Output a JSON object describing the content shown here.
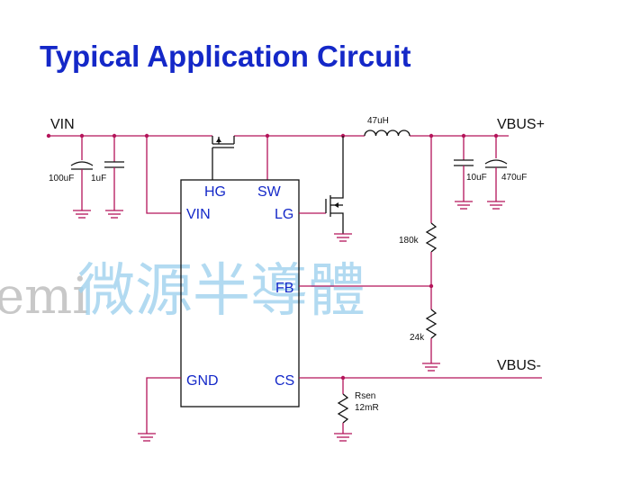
{
  "title": "Typical Application Circuit",
  "nets": {
    "vin": "VIN",
    "vbus_pos": "VBUS+",
    "vbus_neg": "VBUS-"
  },
  "pins": {
    "hg": "HG",
    "sw": "SW",
    "vin": "VIN",
    "lg": "LG",
    "fb": "FB",
    "gnd": "GND",
    "cs": "CS"
  },
  "components": {
    "inductor": "47uH",
    "c_in_1": "100uF",
    "c_in_2": "1uF",
    "c_out_1": "10uF",
    "c_out_2": "470uF",
    "r_top": "180k",
    "r_bottom": "24k",
    "rsen_name": "Rsen",
    "rsen_value": "12mR"
  },
  "watermark": {
    "text": "微源半導體",
    "partial": "emi"
  },
  "colors": {
    "title": "#1428c8",
    "wire": "#b4145a",
    "pin_label": "#1428c8",
    "watermark": "#9fd2ee"
  }
}
